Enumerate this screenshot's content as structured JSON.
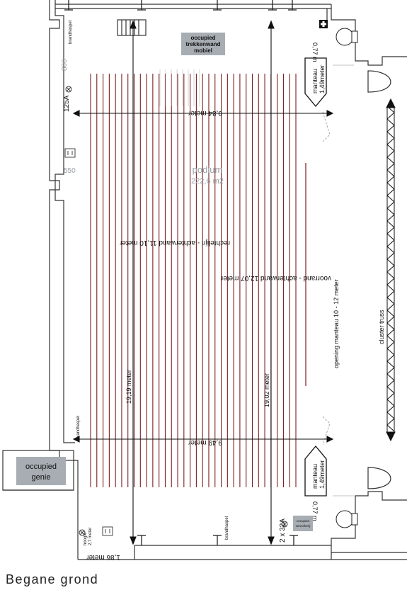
{
  "floor_title": "Begane grond",
  "stage": {
    "name": "podium",
    "area": "222,6 m2"
  },
  "labels": {
    "occupied_trekkenwand": [
      "occupied",
      "trekkenwand",
      "mobiel"
    ],
    "occupied_genie": [
      "occupied",
      "genie"
    ],
    "occupied_verzorkerij": [
      "occupied",
      "verzorkerij"
    ],
    "manteau_top": [
      "manteau",
      "1,49meter"
    ],
    "manteau_bottom": [
      "manteau",
      "1,49meter"
    ],
    "m077_top": "0,77 m",
    "m077_bottom": "0,77 m",
    "width_top": "9,84 meter",
    "width_bottom": "9,49 meter",
    "dim_left": "19,19 meter",
    "dim_right": "19,02 meter",
    "rechtelijn": "rechtelijn - achterwand 11,10 meter",
    "voorrand": "voorrand - achterwand 12,07 meter",
    "opening": "opening manteau 10 - 12 meter",
    "cluster_truss": "cluster truss",
    "brandhaspel_top": "brandhaspel",
    "brandhaspel_left": "brandhaspel",
    "brandhaspel_bottom": "brandhaspel",
    "amp_125": "125A",
    "amp_2x32": "2 x 32A",
    "num_800": "800",
    "num_550": "550",
    "hoogte": [
      "hoogte",
      "2,7 meter"
    ],
    "height_186": "1,86 meter"
  },
  "icons": {
    "first_aid": "first-aid-cross-icon",
    "electric": "electric-socket-icon",
    "sprinkler": "sprinkler-icon"
  },
  "colors": {
    "batten": "#7a1f1f",
    "badge": "#a7adb3",
    "wall": "#333333"
  },
  "battens": {
    "count": 34
  }
}
